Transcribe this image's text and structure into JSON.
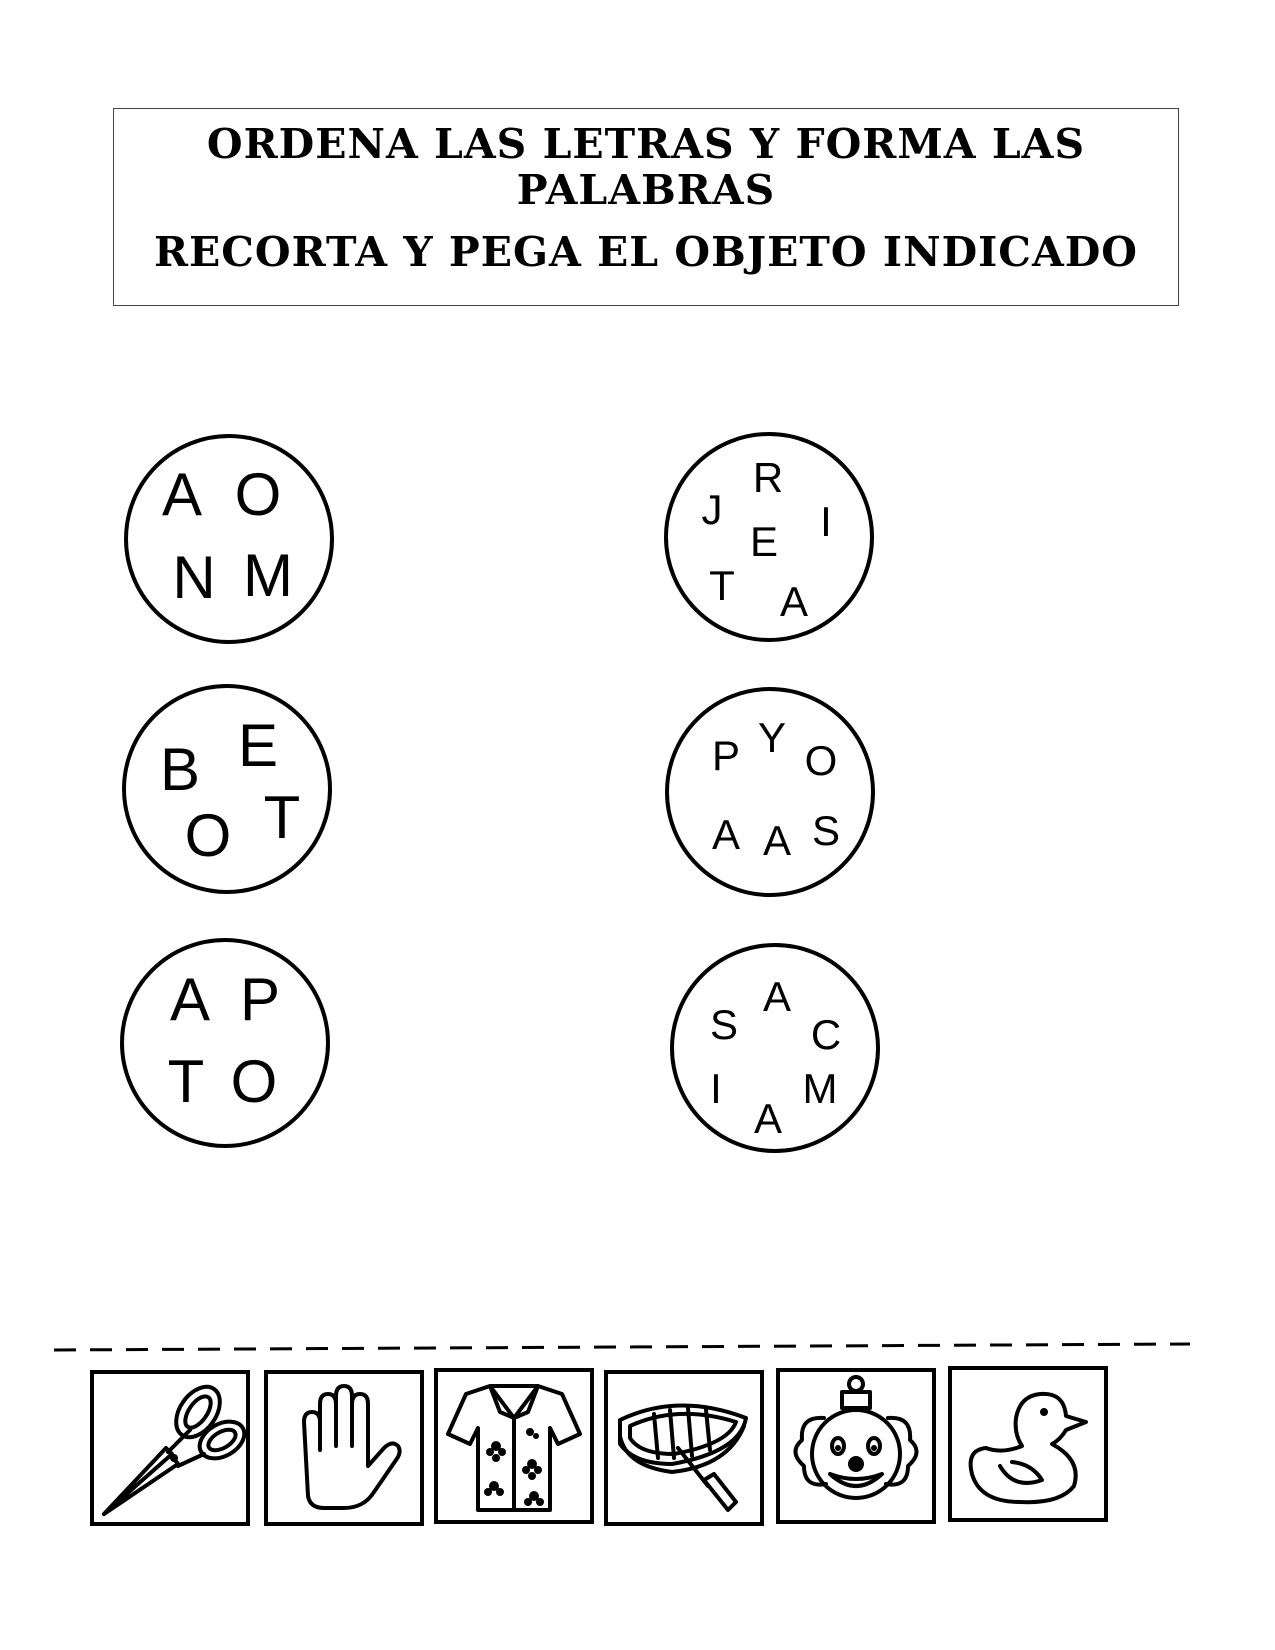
{
  "header": {
    "line1": "ORDENA LAS LETRAS Y FORMA LAS",
    "line2": "PALABRAS",
    "line3": "RECORTA Y PEGA EL OBJETO INDICADO"
  },
  "puzzles": [
    {
      "letters": [
        "A",
        "O",
        "N",
        "M"
      ]
    },
    {
      "letters": [
        "R",
        "J",
        "I",
        "E",
        "T",
        "A"
      ]
    },
    {
      "letters": [
        "E",
        "B",
        "T",
        "O"
      ]
    },
    {
      "letters": [
        "Y",
        "P",
        "O",
        "A",
        "A",
        "S"
      ]
    },
    {
      "letters": [
        "A",
        "P",
        "T",
        "O"
      ]
    },
    {
      "letters": [
        "A",
        "S",
        "C",
        "I",
        "M",
        "A"
      ]
    }
  ],
  "cutouts": [
    {
      "icon": "scissors-icon"
    },
    {
      "icon": "hand-icon"
    },
    {
      "icon": "shirt-icon"
    },
    {
      "icon": "boat-icon"
    },
    {
      "icon": "clown-icon"
    },
    {
      "icon": "duck-icon"
    }
  ]
}
